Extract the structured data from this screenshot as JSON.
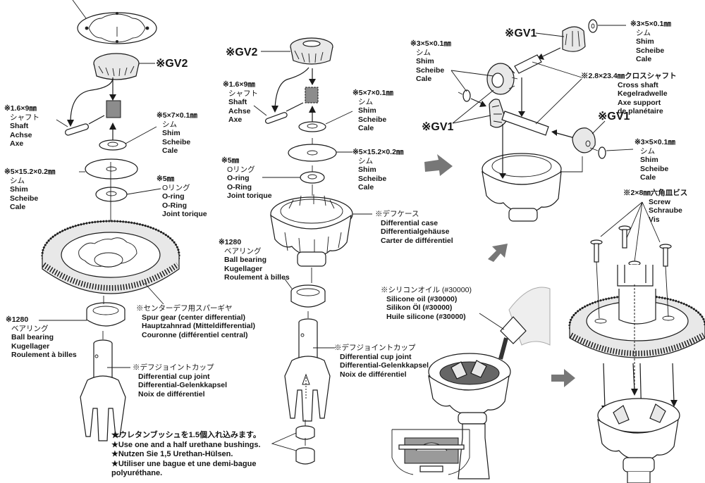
{
  "diagram": {
    "title": "Center differential assembly",
    "left_column": {
      "gv2": "※GV2",
      "shaft": {
        "size": "※1.6×9㎜",
        "jp": "シャフト",
        "en": "Shaft",
        "de": "Achse",
        "fr": "Axe"
      },
      "shim_small": {
        "size": "※5×7×0.1㎜",
        "jp": "シム",
        "en": "Shim",
        "de": "Scheibe",
        "fr": "Cale"
      },
      "shim_large": {
        "size": "※5×15.2×0.2㎜",
        "jp": "シム",
        "en": "Shim",
        "de": "Scheibe",
        "fr": "Cale"
      },
      "oring": {
        "size": "※5㎜",
        "jp": "Oリング",
        "en": "O-ring",
        "de": "O-Ring",
        "fr": "Joint torique"
      },
      "spur_gear": {
        "jp": "※センターデフ用スパーギヤ",
        "en": "Spur gear (center differential)",
        "de": "Hauptzahnrad (Mitteldifferential)",
        "fr": "Couronne (différentiel central)"
      },
      "bearing": {
        "size": "※1280",
        "jp": "ベアリング",
        "en": "Ball bearing",
        "de": "Kugellager",
        "fr": "Roulement à billes"
      },
      "cup_joint": {
        "jp": "※デフジョイントカップ",
        "en": "Differential cup joint",
        "de": "Differential-Gelenkkapsel",
        "fr": "Noix de différentiel"
      }
    },
    "middle_column": {
      "gv2": "※GV2",
      "shaft": {
        "size": "※1.6×9㎜",
        "jp": "シャフト",
        "en": "Shaft",
        "de": "Achse",
        "fr": "Axe"
      },
      "shim_small": {
        "size": "※5×7×0.1㎜",
        "jp": "シム",
        "en": "Shim",
        "de": "Scheibe",
        "fr": "Cale"
      },
      "shim_large": {
        "size": "※5×15.2×0.2㎜",
        "jp": "シム",
        "en": "Shim",
        "de": "Scheibe",
        "fr": "Cale"
      },
      "oring": {
        "size": "※5㎜",
        "jp": "Oリング",
        "en": "O-ring",
        "de": "O-Ring",
        "fr": "Joint torique"
      },
      "diff_case": {
        "jp": "※デフケース",
        "en": "Differential case",
        "de": "Differentialgehäuse",
        "fr": "Carter de différentiel"
      },
      "bearing": {
        "size": "※1280",
        "jp": "ベアリング",
        "en": "Ball bearing",
        "de": "Kugellager",
        "fr": "Roulement à billes"
      },
      "cup_joint": {
        "jp": "※デフジョイントカップ",
        "en": "Differential cup joint",
        "de": "Differential-Gelenkkapsel",
        "fr": "Noix de différentiel"
      },
      "note": {
        "jp": "★ウレタンブッシュを1.5個入れ込みます。",
        "en": "★Use one and a half urethane bushings.",
        "de": "★Nutzen Sie 1,5 Urethan-Hülsen.",
        "fr1": "★Utiliser une bague et une demi-bague",
        "fr2": "polyuréthane."
      }
    },
    "right_top": {
      "gv1_top": "※GV1",
      "gv1_left": "※GV1",
      "gv1_right": "※GV1",
      "shim_left": {
        "size": "※3×5×0.1㎜",
        "jp": "シム",
        "en": "Shim",
        "de": "Scheibe",
        "fr": "Cale"
      },
      "shim_top": {
        "size": "※3×5×0.1㎜",
        "jp": "シム",
        "en": "Shim",
        "de": "Scheibe",
        "fr": "Cale"
      },
      "shim_bottom": {
        "size": "※3×5×0.1㎜",
        "jp": "シム",
        "en": "Shim",
        "de": "Scheibe",
        "fr": "Cale"
      },
      "cross_shaft": {
        "size": "※2.8×23.4㎜クロスシャフト",
        "en": "Cross shaft",
        "de": "Kegelradwelle",
        "fr1": "Axe support",
        "fr2": "de planétaire"
      }
    },
    "right_bottom": {
      "silicone": {
        "jp": "※シリコンオイル (#30000)",
        "en": "Silicone oil (#30000)",
        "de": "Silikon Öl (#30000)",
        "fr": "Huile silicone (#30000)"
      },
      "screw": {
        "size": "※2×8㎜六角皿ビス",
        "en": "Screw",
        "de": "Schraube",
        "fr": "Vis"
      }
    }
  }
}
